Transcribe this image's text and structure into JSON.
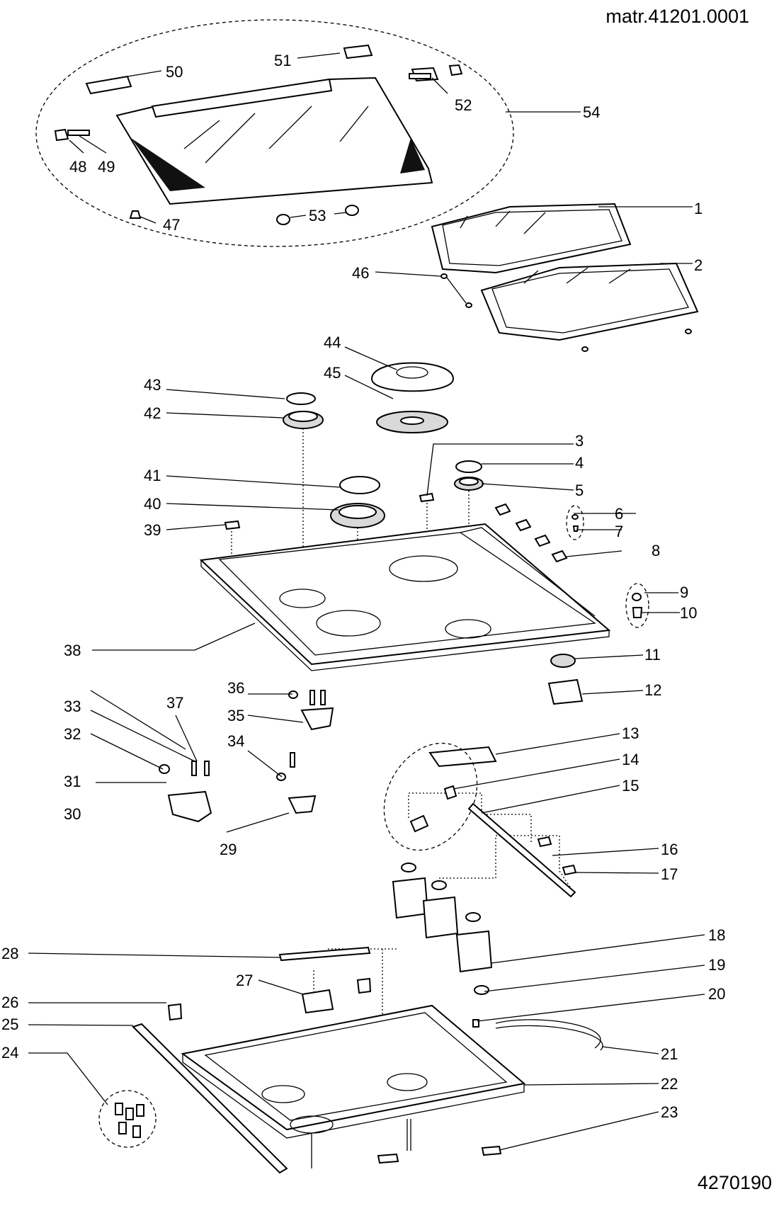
{
  "header": {
    "model": "matr.41201.0001"
  },
  "footer": {
    "drawing_code": "4270190"
  },
  "parts": [
    "1",
    "2",
    "3",
    "4",
    "5",
    "6",
    "7",
    "8",
    "9",
    "10",
    "11",
    "12",
    "13",
    "14",
    "15",
    "16",
    "17",
    "18",
    "19",
    "20",
    "21",
    "22",
    "23",
    "24",
    "25",
    "26",
    "27",
    "28",
    "29",
    "30",
    "31",
    "32",
    "33",
    "34",
    "35",
    "36",
    "37",
    "38",
    "39",
    "40",
    "41",
    "42",
    "43",
    "44",
    "45",
    "46",
    "47",
    "48",
    "49",
    "50",
    "51",
    "52",
    "53",
    "54"
  ]
}
